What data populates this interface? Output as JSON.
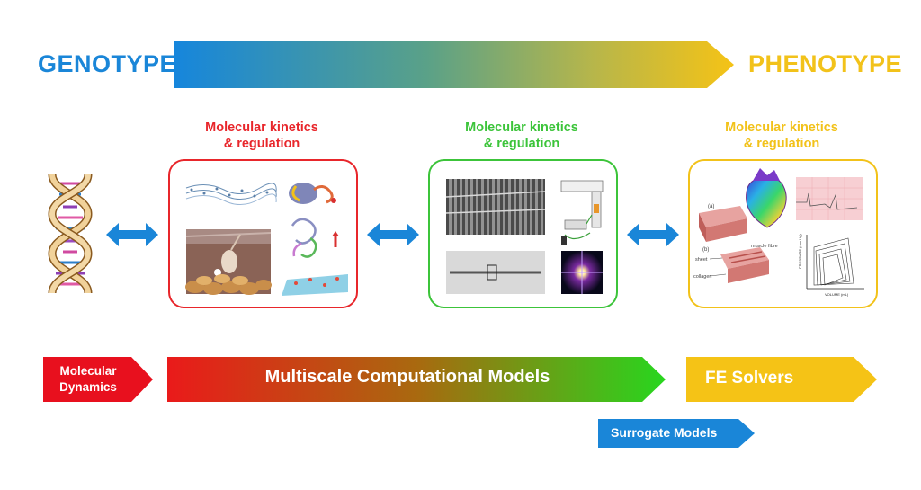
{
  "header": {
    "left_label": "GENOTYPE",
    "right_label": "PHENOTYPE"
  },
  "stages": [
    {
      "title_line1": "Molecular kinetics",
      "title_line2": "& regulation",
      "color": "#e8262b"
    },
    {
      "title_line1": "Molecular kinetics",
      "title_line2": "& regulation",
      "color": "#3cc43a"
    },
    {
      "title_line1": "Molecular kinetics",
      "title_line2": "& regulation",
      "color": "#f2c21a"
    }
  ],
  "stage3_labels": {
    "panel_a": "(a)",
    "panel_b": "(b)",
    "muscle_fibre": "muscle fibre",
    "sheet": "sheet",
    "collagen": "collagen",
    "pressure_axis": "PRESSURE (mm Hg)",
    "volume_axis": "VOLUME (mL)"
  },
  "banners": {
    "molecular_dynamics_line1": "Molecular",
    "molecular_dynamics_line2": "Dynamics",
    "multiscale": "Multiscale Computational Models",
    "fe_solvers": "FE Solvers",
    "surrogate": "Surrogate Models"
  },
  "colors": {
    "blue": "#1a86d8",
    "green": "#3cc43a",
    "yellow": "#f2c21a",
    "red": "#e8262b",
    "arrow_blue": "#1a86d8"
  }
}
